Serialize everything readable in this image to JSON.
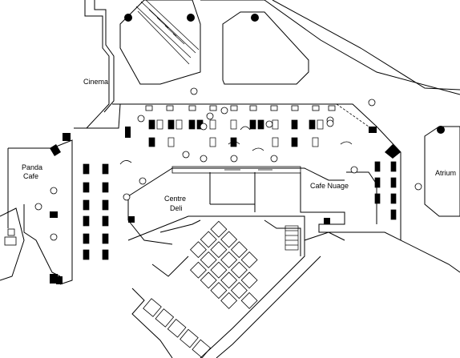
{
  "map": {
    "labels": {
      "cinema": "Cinema",
      "panda_cafe_line1": "Panda",
      "panda_cafe_line2": "Cafe",
      "atrium": "Atrium",
      "centre_deli_line1": "Centre",
      "centre_deli_line2": "Deli",
      "cafe_nuage": "Cafe Nuage"
    },
    "colors": {
      "wall": "#000000",
      "background": "#ffffff",
      "fixture_fill": "#000000"
    }
  }
}
